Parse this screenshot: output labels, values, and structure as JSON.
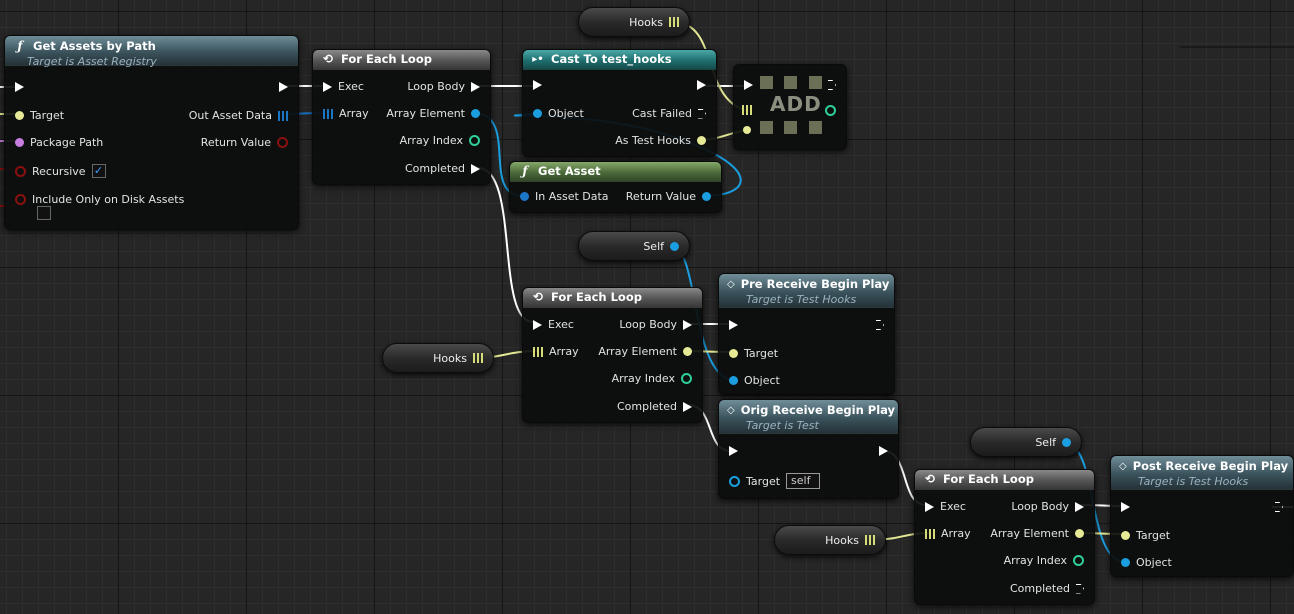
{
  "colors": {
    "exec": "#ffffff",
    "object_pin": "#1a9ee0",
    "struct_pin": "#d8dc78",
    "string_pin": "#c87ee0",
    "bool_pin": "#8a1010",
    "int_pin": "#2fcf9a"
  },
  "get_assets_by_path": {
    "title": "Get Assets by Path",
    "subtitle": "Target is Asset Registry",
    "target": "Target",
    "package_path": "Package Path",
    "recursive": "Recursive",
    "include_on_disk": "Include Only on Disk Assets",
    "out_asset_data": "Out Asset Data",
    "return_value": "Return Value"
  },
  "for_each_1": {
    "title": "For Each Loop",
    "exec": "Exec",
    "array": "Array",
    "loop_body": "Loop Body",
    "array_element": "Array Element",
    "array_index": "Array Index",
    "completed": "Completed"
  },
  "cast": {
    "title": "Cast To test_hooks",
    "object": "Object",
    "cast_failed": "Cast Failed",
    "as_test_hooks": "As Test Hooks"
  },
  "var_hooks_top": {
    "label": "Hooks"
  },
  "add_node": {
    "label": "ADD"
  },
  "get_asset": {
    "title": "Get Asset",
    "in_asset_data": "In Asset Data",
    "return_value": "Return Value"
  },
  "var_self_1": {
    "label": "Self"
  },
  "for_each_2": {
    "title": "For Each Loop",
    "exec": "Exec",
    "array": "Array",
    "loop_body": "Loop Body",
    "array_element": "Array Element",
    "array_index": "Array Index",
    "completed": "Completed"
  },
  "var_hooks_mid": {
    "label": "Hooks"
  },
  "pre_receive": {
    "title": "Pre Receive Begin Play",
    "subtitle": "Target is Test Hooks",
    "target": "Target",
    "object": "Object"
  },
  "orig_receive": {
    "title": "Orig Receive Begin Play",
    "subtitle": "Target is Test",
    "target": "Target",
    "target_value": "self"
  },
  "var_self_2": {
    "label": "Self"
  },
  "for_each_3": {
    "title": "For Each Loop",
    "exec": "Exec",
    "array": "Array",
    "loop_body": "Loop Body",
    "array_element": "Array Element",
    "array_index": "Array Index",
    "completed": "Completed"
  },
  "var_hooks_bottom": {
    "label": "Hooks"
  },
  "post_receive": {
    "title": "Post Receive Begin Play",
    "subtitle": "Target is Test Hooks",
    "target": "Target",
    "object": "Object"
  }
}
